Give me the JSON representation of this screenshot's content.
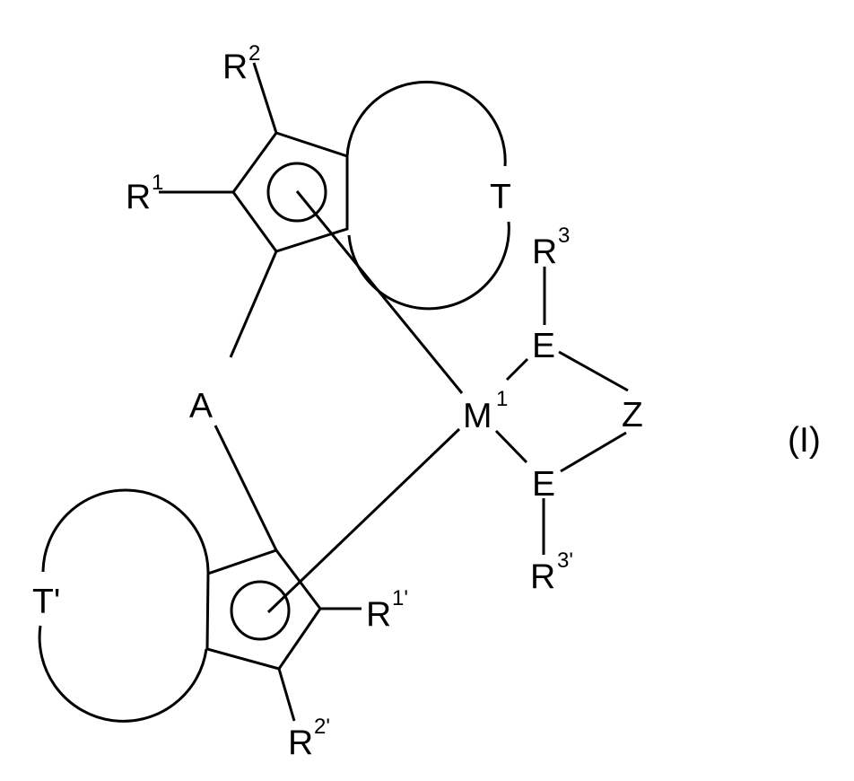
{
  "formula_label": "(I)",
  "atoms": {
    "R1": {
      "base": "R",
      "sup": "1"
    },
    "R2": {
      "base": "R",
      "sup": "2"
    },
    "R1p": {
      "base": "R",
      "sup": "1'"
    },
    "R2p": {
      "base": "R",
      "sup": "2'"
    },
    "R3": {
      "base": "R",
      "sup": "3"
    },
    "R3p": {
      "base": "R",
      "sup": "3'"
    },
    "T": "T",
    "Tp": "T'",
    "A": "A",
    "M1": {
      "base": "M",
      "sup": "1"
    },
    "E_top": "E",
    "E_bottom": "E",
    "Z": "Z"
  }
}
